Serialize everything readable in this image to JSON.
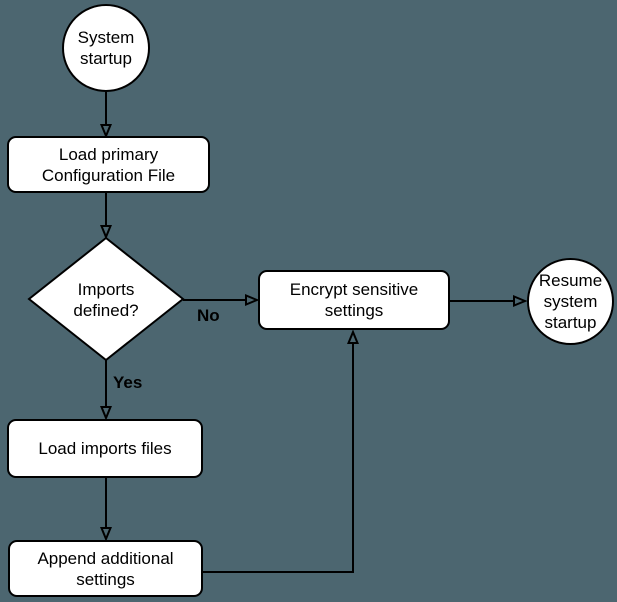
{
  "diagram": {
    "type": "flowchart",
    "colors": {
      "background": "#4C6670",
      "shape_fill": "#FFFFFF",
      "stroke": "#000000",
      "text": "#000000"
    },
    "nodes": [
      {
        "id": "start",
        "shape": "circle",
        "label": "System\nstartup"
      },
      {
        "id": "load-primary-config",
        "shape": "rounded-rectangle",
        "label": "Load primary\nConfiguration File"
      },
      {
        "id": "imports-defined",
        "shape": "diamond",
        "label": "Imports\ndefined?"
      },
      {
        "id": "encrypt-sensitive-settings",
        "shape": "rounded-rectangle",
        "label": "Encrypt sensitive\nsettings"
      },
      {
        "id": "resume-system-startup",
        "shape": "circle",
        "label": "Resume\nsystem\nstartup"
      },
      {
        "id": "load-imports-files",
        "shape": "rounded-rectangle",
        "label": "Load imports files"
      },
      {
        "id": "append-additional-settings",
        "shape": "rounded-rectangle",
        "label": "Append additional\nsettings"
      }
    ],
    "edges": [
      {
        "from": "start",
        "to": "load-primary-config"
      },
      {
        "from": "load-primary-config",
        "to": "imports-defined"
      },
      {
        "from": "imports-defined",
        "to": "encrypt-sensitive-settings",
        "label": "No"
      },
      {
        "from": "imports-defined",
        "to": "load-imports-files",
        "label": "Yes"
      },
      {
        "from": "load-imports-files",
        "to": "append-additional-settings"
      },
      {
        "from": "append-additional-settings",
        "to": "encrypt-sensitive-settings"
      },
      {
        "from": "encrypt-sensitive-settings",
        "to": "resume-system-startup"
      }
    ]
  }
}
